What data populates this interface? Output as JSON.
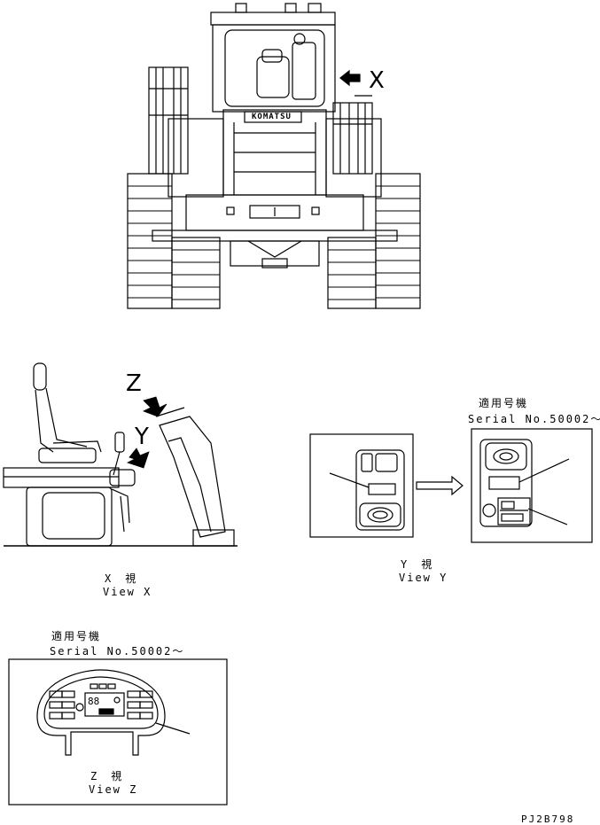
{
  "top": {
    "view_arrow_letter": "X",
    "logo_text": "KOMATSU"
  },
  "side": {
    "arrow_z_letter": "Z",
    "arrow_y_letter": "Y"
  },
  "view_x": {
    "jp": "X　視",
    "en": "View X"
  },
  "view_y": {
    "jp": "Y　視",
    "en": "View Y"
  },
  "serial_y": {
    "jp": "適用号機",
    "en": "Serial No.50002～"
  },
  "serial_z": {
    "jp": "適用号機",
    "en": "Serial No.50002～"
  },
  "view_z": {
    "jp": "Z　視",
    "en": "View Z",
    "gauge_display": "88"
  },
  "drawing_code": "PJ2B798"
}
